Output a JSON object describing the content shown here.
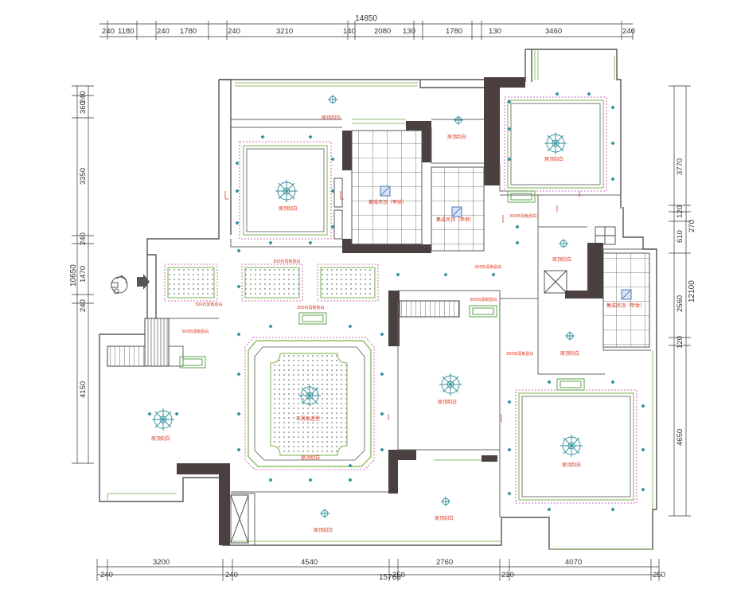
{
  "dimensions": {
    "top_total": "14850",
    "top_segments": [
      "240",
      "1180",
      "240",
      "1780",
      "240",
      "3210",
      "140",
      "2080",
      "130",
      "1780",
      "130",
      "3460",
      "240"
    ],
    "bottom_total": "15760",
    "bottom_segments": [
      "3200",
      "240",
      "240",
      "4540",
      "250",
      "2760",
      "210",
      "4070",
      "250"
    ],
    "left_total": "10650",
    "left_segments": [
      "240",
      "360",
      "3350",
      "240",
      "1470",
      "240",
      "4150"
    ],
    "right_total": "12100",
    "right_segments": [
      "3770",
      "120",
      "270",
      "610",
      "2560",
      "120",
      "4650"
    ]
  },
  "labels": {
    "ceiling_white": "原顶刮白",
    "integrated_ceiling": "集成吊顶（甲供）",
    "gypsum_board": "石膏板造型",
    "light_trough": "300石膏板刮白"
  },
  "colors": {
    "wall": "#5a5a5a",
    "wall_dark": "#4a4040",
    "ceiling_line": "#8fbf6a",
    "magenta": "#c03c9a",
    "label": "#d9341c",
    "fixture": "#2f8f9a",
    "dim": "#333333"
  }
}
